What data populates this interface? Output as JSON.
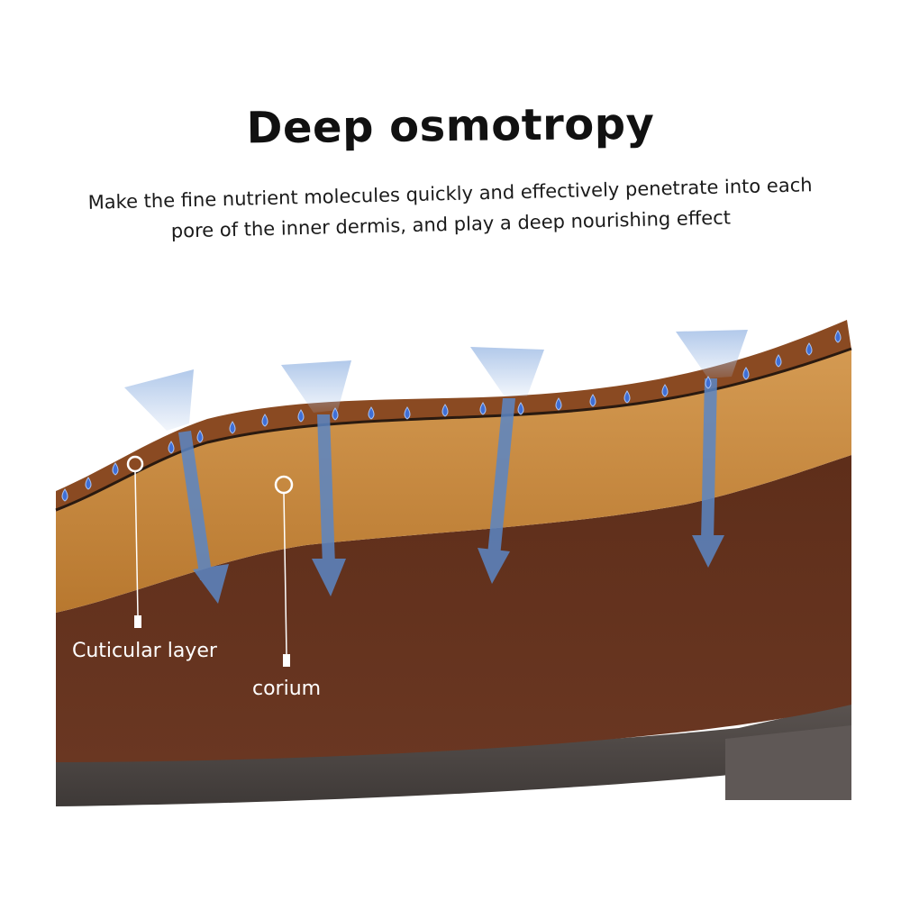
{
  "header": {
    "title": "Deep osmotropy",
    "subtitle": "Make the fine nutrient molecules quickly and effectively penetrate into each pore of the inner dermis, and play a deep nourishing effect"
  },
  "layers": [
    {
      "label": "Cuticular layer"
    },
    {
      "label": "corium"
    }
  ],
  "colors": {
    "cuticle": "#8a4a22",
    "corium_top": "#c88a42",
    "inner": "#5a2c1a",
    "sole": "#4d4744",
    "drop": "#3f6fd6",
    "arrow": "#5b86c4",
    "beam": "#b8cfee"
  },
  "icons": [
    "water-drop-icon",
    "down-arrow-icon",
    "pointer-ring-icon"
  ]
}
